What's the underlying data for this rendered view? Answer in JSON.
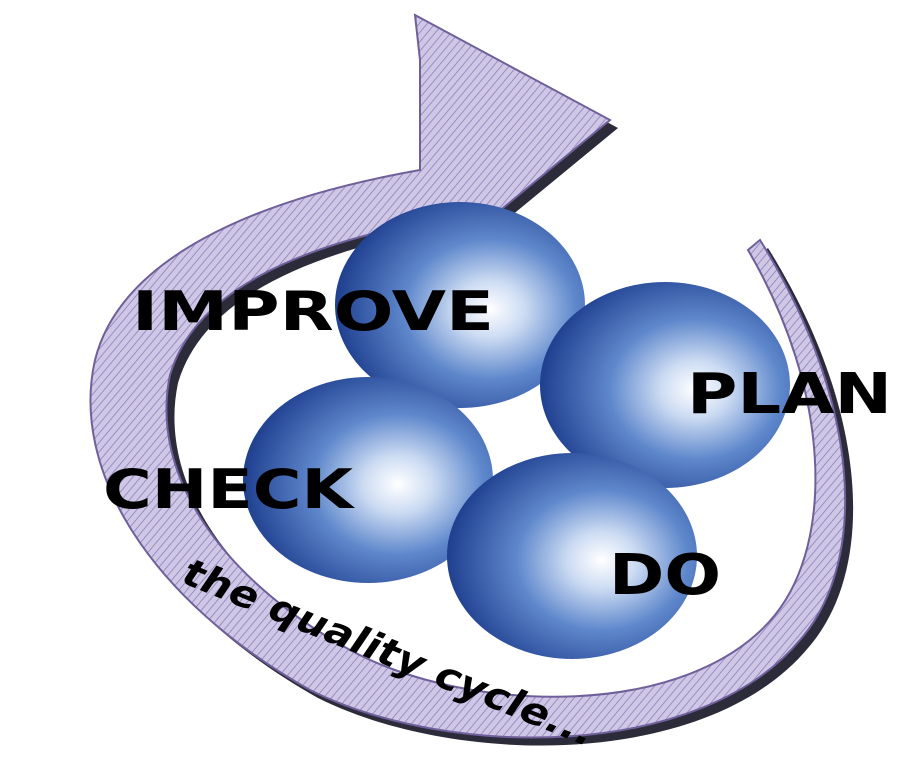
{
  "diagram": {
    "stages": {
      "improve": "IMPROVE",
      "plan": "PLAN",
      "check": "CHECK",
      "do": "DO"
    },
    "caption": "the quality cycle...",
    "colors": {
      "arrow": "#c8bfe0",
      "arrow_stroke": "#6f5f9a",
      "arrow_shadow": "#2b2b3a",
      "sphere_light": "#ffffff",
      "sphere_mid": "#5f88cc",
      "sphere_dark": "#1f3f8f",
      "text": "#000000"
    }
  }
}
